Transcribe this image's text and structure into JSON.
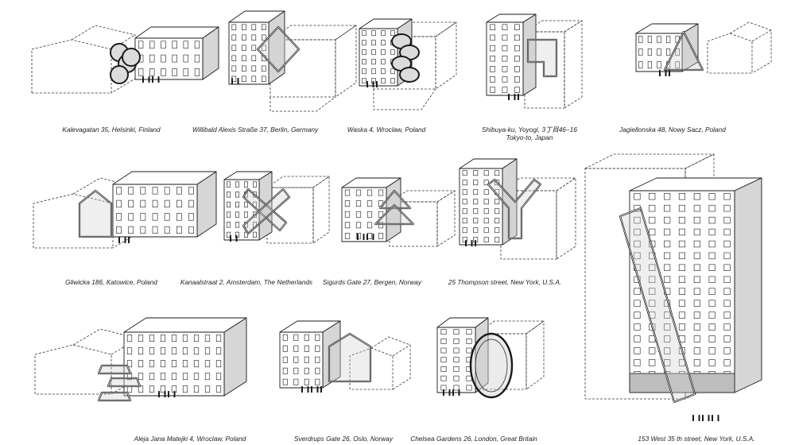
{
  "sheet": {
    "kind": "isometric building insertion catalogue",
    "colors": {
      "line": "#1a1a1a",
      "shade": "#d6d6d6",
      "ghost_dash": "#333333",
      "background": "#ffffff"
    }
  },
  "buildings": [
    {
      "id": "helsinki",
      "label": "Kalevagatan 35, Helsinki, Finland",
      "insert": "chain of rounded cells"
    },
    {
      "id": "berlin",
      "label": "Willibald Alexis Straße 37, Berlin, Germany",
      "insert": "rotated square frame"
    },
    {
      "id": "wroclaw",
      "label": "Waska 4, Wroclaw, Poland",
      "insert": "stacked lobes"
    },
    {
      "id": "tokyo",
      "label": "Shibuya-ku, Yoyogi, 3丁目46−16",
      "label2": "Tokyo-to, Japan",
      "insert": "stepped box"
    },
    {
      "id": "nowysacz",
      "label": "Jagiellonska 48, Nowy Sacz, Poland",
      "insert": "A-frame"
    },
    {
      "id": "katowice",
      "label": "Gliwicka 186, Katowice, Poland",
      "insert": "gabled glass hall"
    },
    {
      "id": "amsterdam",
      "label": "Kanaalstraat 2, Amsterdam, The Netherlands",
      "insert": "crossing beams"
    },
    {
      "id": "bergen",
      "label": "Sigurds Gate 27, Bergen, Norway",
      "insert": "tree of trays"
    },
    {
      "id": "newyork25",
      "label": "25 Thompson street, New York, U.S.A.",
      "insert": "Y-shaped frame"
    },
    {
      "id": "newyork153",
      "label": "153 West 35 th street, New York, U.S.A.",
      "insert": "diagonal ladder tower"
    },
    {
      "id": "wroclaw2",
      "label": "Aleja Jana Matejki 4, Wroclaw, Poland",
      "insert": "stacked pods"
    },
    {
      "id": "oslo",
      "label": "Sverdrups Gate 26, Oslo, Norway",
      "insert": "pentagon frame"
    },
    {
      "id": "london",
      "label": "Chelsea Gardens 26, London, Great Britain",
      "insert": "ellipse frame"
    }
  ]
}
